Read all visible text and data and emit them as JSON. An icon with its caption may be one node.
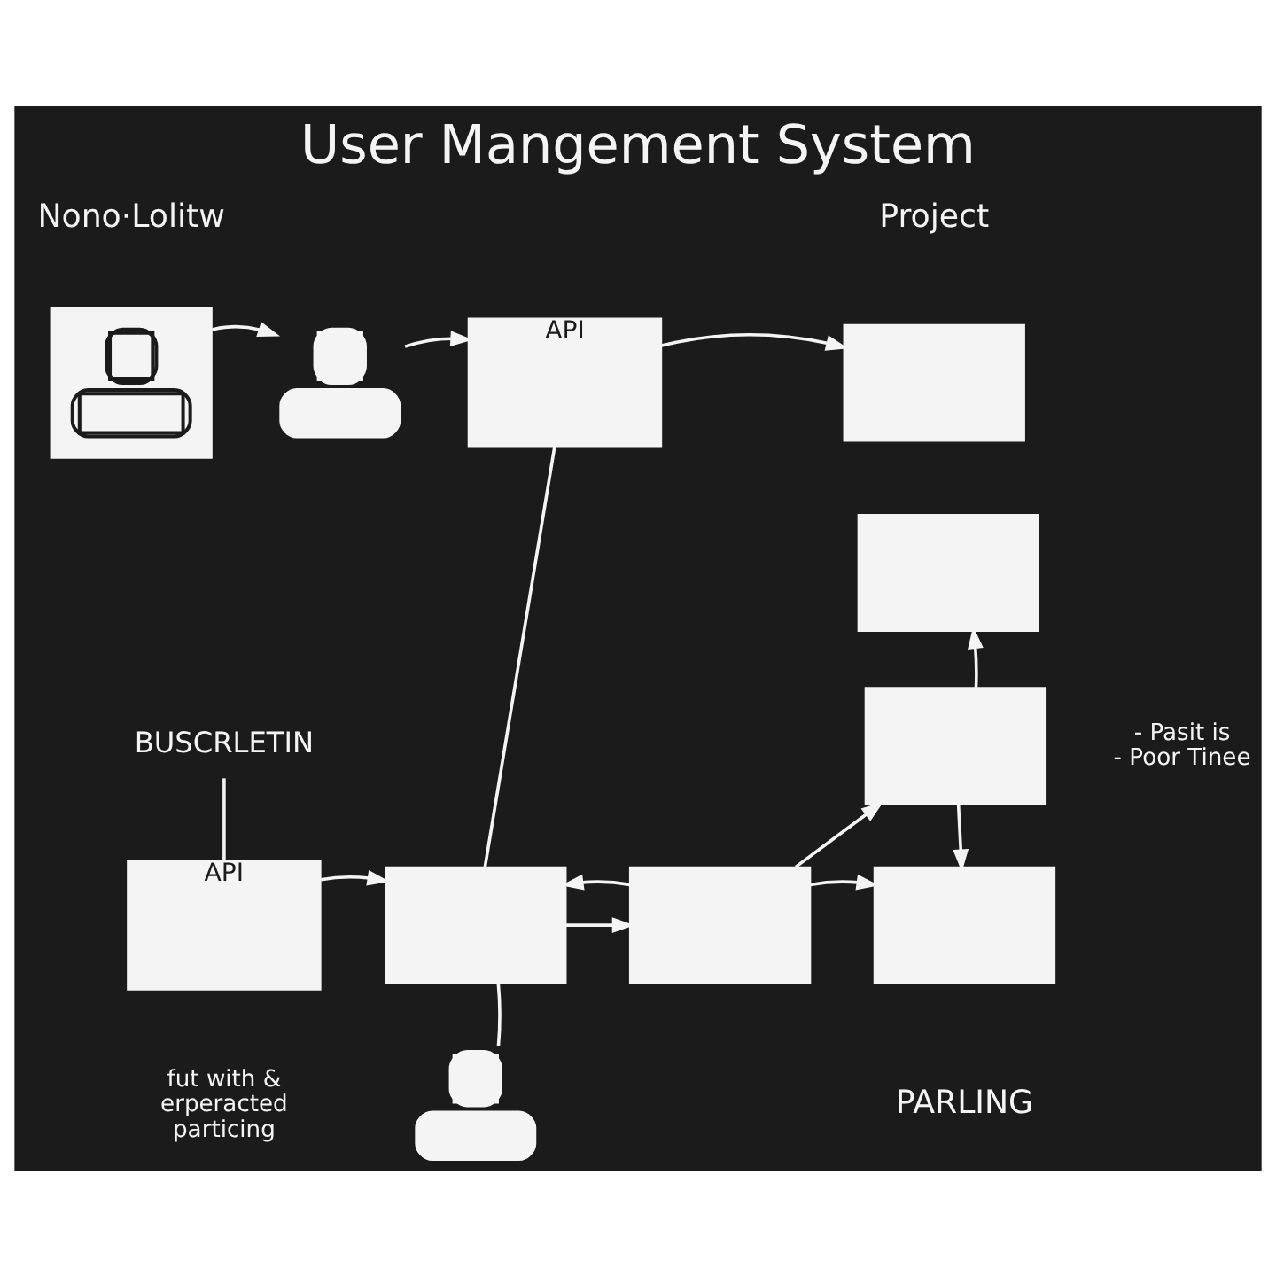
{
  "diagram": {
    "title": "User Mangement System",
    "nodes": [
      {
        "text": [],
        "shape": "picture"
      },
      {
        "text": [],
        "shape": "person"
      },
      {
        "text": [
          "API"
        ]
      },
      {
        "text": [],
        "shape": "box"
      },
      {
        "text": [],
        "shape": "box"
      },
      {
        "text": [
          "BUSCRLETIN"
        ]
      },
      {
        "text": [],
        "shape": "box",
        "beside": [
          "- Pasit is",
          "- Poor Tinee"
        ]
      },
      {
        "text": [
          "API"
        ],
        "beside": [
          "fut with & erperacted particing"
        ]
      },
      {
        "text": [],
        "shape": "box"
      },
      {
        "text": [],
        "shape": "box"
      },
      {
        "text": [],
        "shape": "box"
      },
      {
        "text": [],
        "shape": "person"
      }
    ],
    "edges": [
      {
        "from": 0,
        "to": 1,
        "arrow": "to"
      },
      {
        "from": 1,
        "to": 2,
        "arrow": "to"
      },
      {
        "from": 2,
        "to": 3,
        "arrow": "to"
      },
      {
        "from": 2,
        "to": 8,
        "arrow": "none"
      },
      {
        "from": 5,
        "to": 7,
        "arrow": "none"
      },
      {
        "from": 7,
        "to": 8,
        "arrow": "to"
      },
      {
        "from": 8,
        "to": 9,
        "arrow": "to"
      },
      {
        "from": 9,
        "to": 6,
        "arrow": "to"
      },
      {
        "from": 6,
        "to": 4,
        "arrow": "to"
      },
      {
        "from": 6,
        "to": 10,
        "arrow": "to"
      },
      {
        "from": 9,
        "to": 10,
        "arrow": "to"
      },
      {
        "from": 9,
        "to": 8,
        "arrow": "to"
      },
      {
        "from": 11,
        "to": 8,
        "arrow": "none"
      }
    ],
    "labels": [
      "Nono·Lolitw",
      "Project",
      "PARLING"
    ]
  }
}
